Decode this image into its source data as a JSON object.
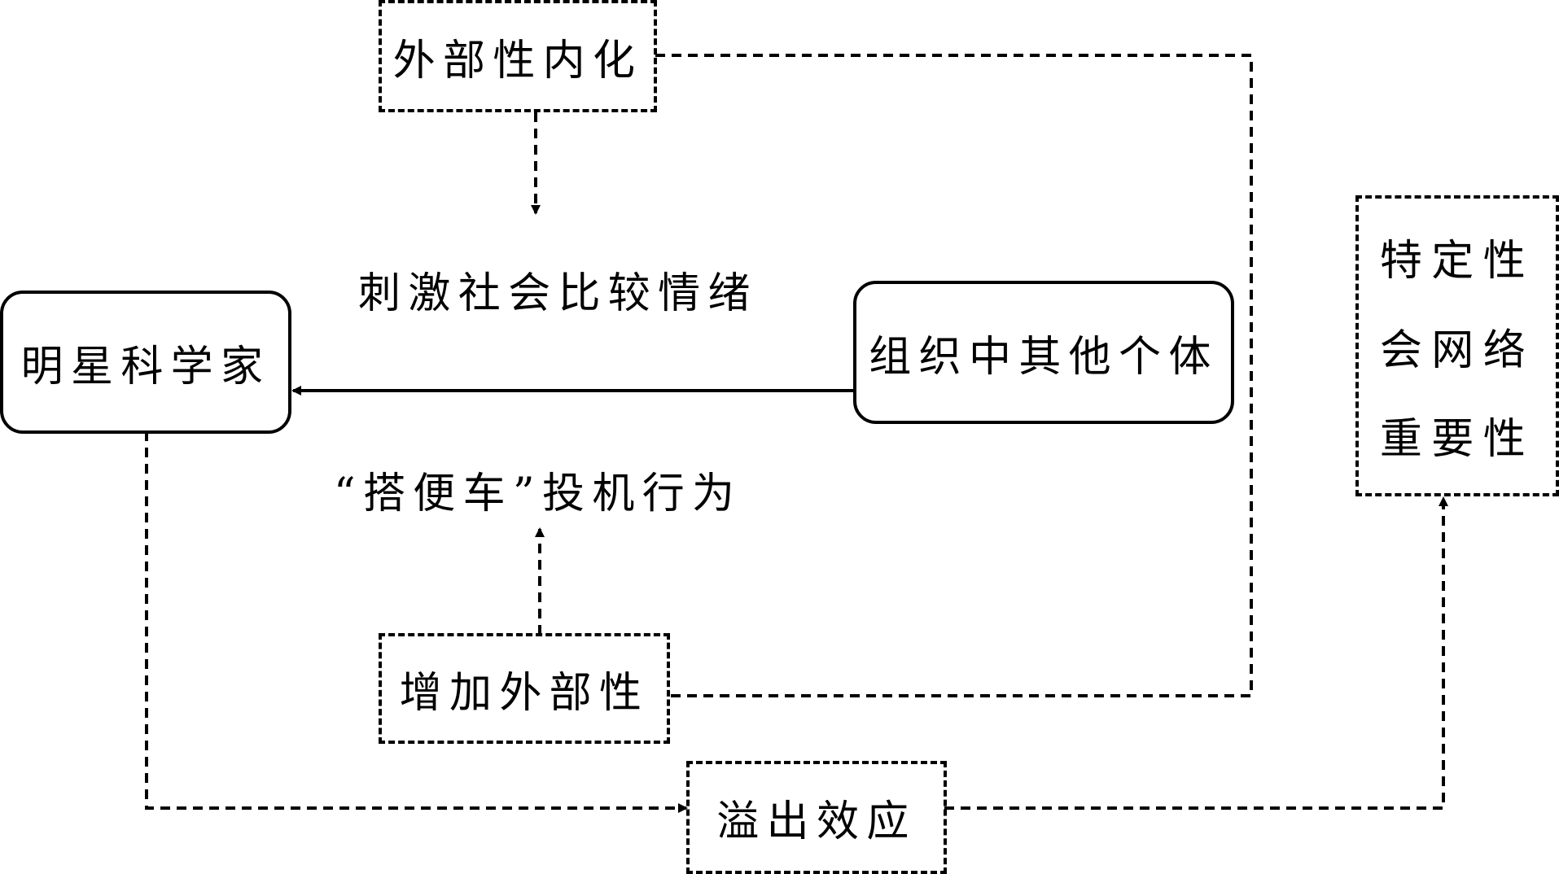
{
  "nodes": {
    "star_scientist": "明星科学家",
    "other_individuals": "组织中其他个体",
    "externality_internalization": "外部性内化",
    "increase_externality": "增加外部性",
    "spillover_effect": "溢出效应",
    "specific_network": [
      "特定性",
      "会网络",
      "重要性"
    ]
  },
  "edge_labels": {
    "social_comparison": "刺激社会比较情绪",
    "free_riding": "“搭便车”投机行为"
  }
}
